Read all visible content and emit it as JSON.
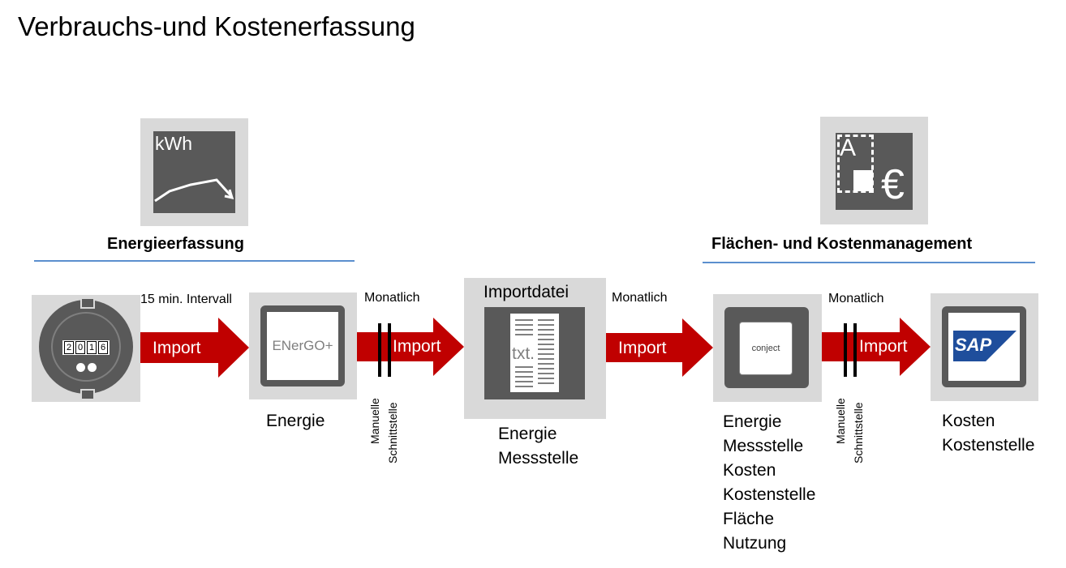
{
  "title": "Verbrauchs-und Kostenerfassung",
  "sections": {
    "left": "Energieerfassung",
    "right": "Flächen- und Kostenmanagement"
  },
  "icons": {
    "kwh": {
      "text": "kWh",
      "icon": "kwh-chart-icon"
    },
    "area_cost": {
      "letter": "A",
      "currency": "€",
      "icon": "area-cost-icon"
    }
  },
  "meter": {
    "digits": [
      "2",
      "0",
      "1",
      "6"
    ],
    "icon": "electricity-meter-icon"
  },
  "arrows": [
    {
      "label": "Import",
      "above": "15 min. Intervall"
    },
    {
      "label": "Import",
      "above": "Monatlich",
      "interface": [
        "Manuelle",
        "Schnittstelle"
      ]
    },
    {
      "label": "Import",
      "above": "Monatlich"
    },
    {
      "label": "Import",
      "above": "Monatlich",
      "interface": [
        "Manuelle",
        "Schnittstelle"
      ]
    }
  ],
  "nodes": {
    "energo": {
      "logo": "ENerGO+",
      "labels": [
        "Energie"
      ]
    },
    "import_file": {
      "title": "Importdatei",
      "file": "txt.",
      "labels": [
        "Energie",
        "Messstelle"
      ]
    },
    "conject": {
      "logo": "conject",
      "labels": [
        "Energie",
        "Messstelle",
        "Kosten",
        "Kostenstelle",
        "Fläche",
        "Nutzung"
      ]
    },
    "sap": {
      "logo": "SAP",
      "labels": [
        "Kosten",
        "Kostenstelle"
      ]
    }
  },
  "colors": {
    "arrow": "#c00000",
    "box_light": "#d9d9d9",
    "box_dark": "#595959",
    "line": "#5b8fce",
    "sap_blue": "#1f4e9c"
  }
}
